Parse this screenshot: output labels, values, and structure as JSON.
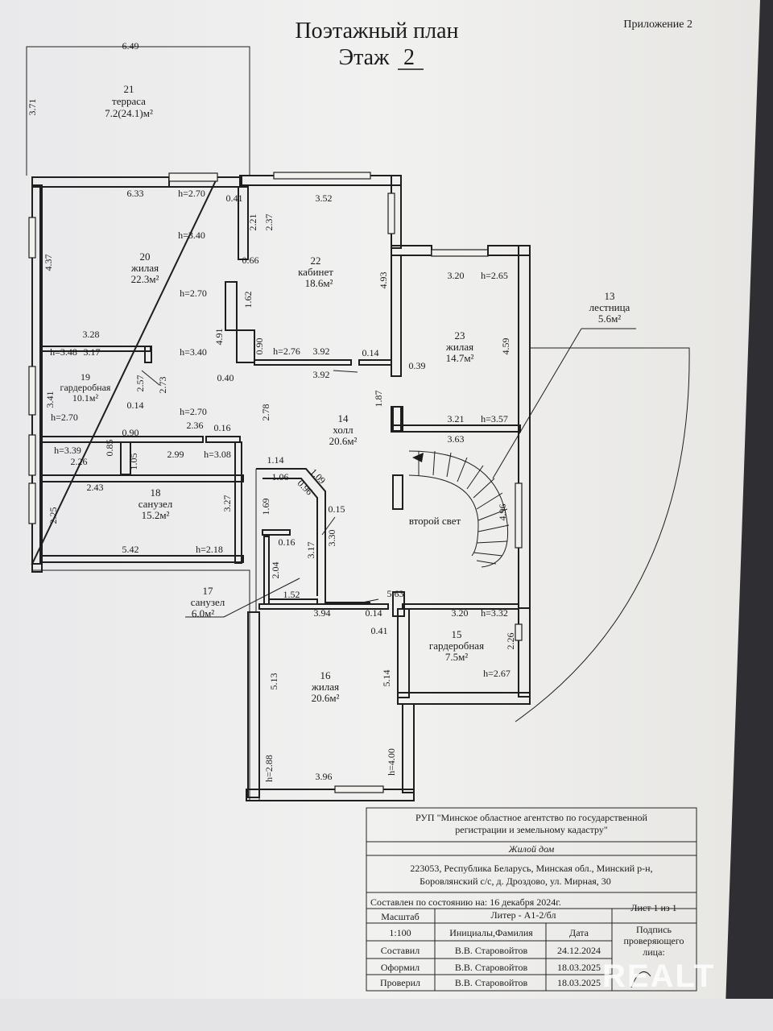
{
  "header": {
    "title": "Поэтажный план",
    "floor_prefix": "Этаж",
    "floor_number": "2",
    "appendix": "Приложение 2"
  },
  "rooms": {
    "r21_num": "21",
    "r21_name": "терраса",
    "r21_area": "7.2(24.1)м²",
    "r20_num": "20",
    "r20_name": "жилая",
    "r20_area": "22.3м²",
    "r22_num": "22",
    "r22_name": "кабинет",
    "r22_area": "18.6м²",
    "r23_num": "23",
    "r23_name": "жилая",
    "r23_area": "14.7м²",
    "r13_num": "13",
    "r13_name": "лестница",
    "r13_area": "5.6м²",
    "r19_num": "19",
    "r19_name": "гардеробная",
    "r19_area": "10.1м²",
    "r14_num": "14",
    "r14_name": "холл",
    "r14_area": "20.6м²",
    "r18_num": "18",
    "r18_name": "санузел",
    "r18_area": "15.2м²",
    "r17_num": "17",
    "r17_name": "санузел",
    "r17_area": "6.0м²",
    "r15_num": "15",
    "r15_name": "гардеробная",
    "r15_area": "7.5м²",
    "r16_num": "16",
    "r16_name": "жилая",
    "r16_area": "20.6м²",
    "second_light": "второй свет"
  },
  "dims": {
    "d649": "6.49",
    "d371": "3.71",
    "d633": "6.33",
    "h270a": "h=2.70",
    "d041": "0.41",
    "d352": "3.52",
    "d221": "2.21",
    "d237": "2.37",
    "h340a": "h=3.40",
    "d437": "4.37",
    "d066": "0.66",
    "d493": "4.93",
    "d320": "3.20",
    "h265": "h=2.65",
    "h270b": "h=2.70",
    "d162": "1.62",
    "d328": "3.28",
    "d491": "4.91",
    "d090": "0.90",
    "h276": "h=2.76",
    "d392a": "3.92",
    "d014a": "0.14",
    "d459": "4.59",
    "h348": "h=3.48",
    "d317": "3.17",
    "h340b": "h=3.40",
    "d392b": "3.92",
    "d039": "0.39",
    "d040": "0.40",
    "d257": "2.57",
    "d273": "2.73",
    "d187": "1.87",
    "d341": "3.41",
    "d014b": "0.14",
    "h270c": "h=2.70",
    "h270d": "h=2.70",
    "d278": "2.78",
    "d321": "3.21",
    "h357": "h=3.57",
    "d236": "2.36",
    "d016a": "0.16",
    "d363": "3.63",
    "d090b": "0.90",
    "h339": "h=3.39",
    "d085": "0.85",
    "d226": "2.26",
    "d299": "2.99",
    "h308": "h=3.08",
    "d105": "1.05",
    "d114": "1.14",
    "d109": "1.09",
    "d106": "1.06",
    "d096": "0.96",
    "d243": "2.43",
    "d327": "3.27",
    "d169": "1.69",
    "d015": "0.15",
    "d496": "4.96",
    "d225": "2.25",
    "d016b": "0.16",
    "d317b": "3.17",
    "d330": "3.30",
    "d542": "5.42",
    "h218": "h=2.18",
    "d204": "2.04",
    "d152": "1.52",
    "d563": "5.63",
    "d394": "3.94",
    "d014c": "0.14",
    "d320b": "3.20",
    "h332": "h=3.32",
    "d041b": "0.41",
    "d226b": "2.26",
    "d513": "5.13",
    "d514": "5.14",
    "h267": "h=2.67",
    "d288": "h=2.88",
    "d400": "h=4.00",
    "d396": "3.96"
  },
  "stamp": {
    "org_line1": "РУП \"Минское областное агентство по государственной",
    "org_line2": "регистрации и земельному кадастру\"",
    "object": "Жилой дом",
    "addr_line1": "223053, Республика Беларусь, Минская обл., Минский р-н,",
    "addr_line2": "Боровлянский с/с, д. Дроздово, ул. Мирная, 30",
    "state_date": "Составлен по состоянию на: 16 декабря 2024г.",
    "scale_label": "Масштаб",
    "liter": "Литер - А1-2/бл",
    "sheet": "Лист 1 из 1",
    "initials_label": "Инициалы,Фамилия",
    "date_label": "Дата",
    "sign_label_1": "Подпись",
    "sign_label_2": "проверяющего",
    "sign_label_3": "лица:",
    "scale_value": "1:100",
    "row1_role": "Составил",
    "row1_name": "В.В. Старовойтов",
    "row1_date": "24.12.2024",
    "row2_role": "Оформил",
    "row2_name": "В.В. Старовойтов",
    "row2_date": "18.03.2025",
    "row3_role": "Проверил",
    "row3_name": "В.В. Старовойтов",
    "row3_date": "18.03.2025"
  },
  "watermark": "REALT"
}
